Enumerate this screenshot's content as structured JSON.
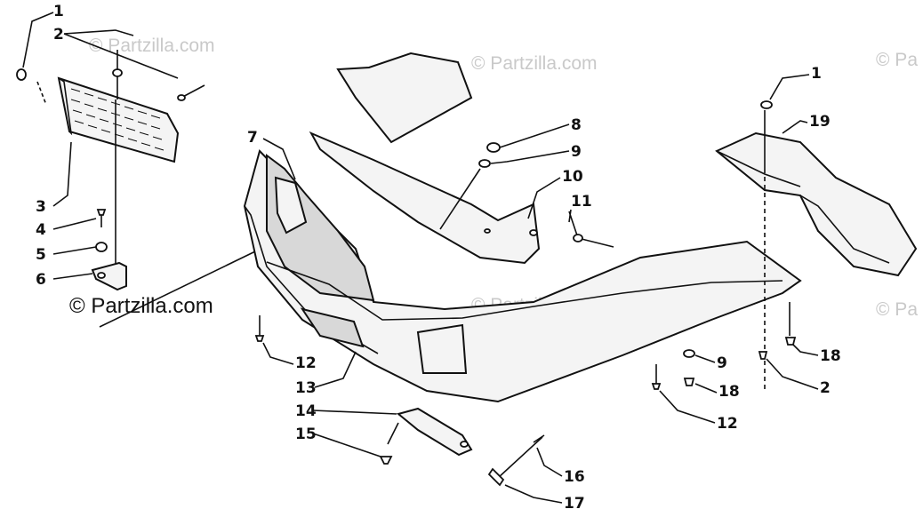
{
  "watermarks": [
    "© Partzilla.com",
    "© Partzilla.com",
    "© Pa",
    "© Partzilla.com",
    "© Pa"
  ],
  "copyright": "© Partzilla.com",
  "callouts": [
    "1",
    "2",
    "3",
    "4",
    "5",
    "6",
    "7",
    "8",
    "9",
    "10",
    "11",
    "1",
    "19",
    "12",
    "13",
    "9",
    "18",
    "18",
    "2",
    "12",
    "14",
    "15",
    "16",
    "17"
  ],
  "colors": {
    "ink": "#111111",
    "watermark": "#c9c9c9",
    "paper": "#ffffff"
  }
}
